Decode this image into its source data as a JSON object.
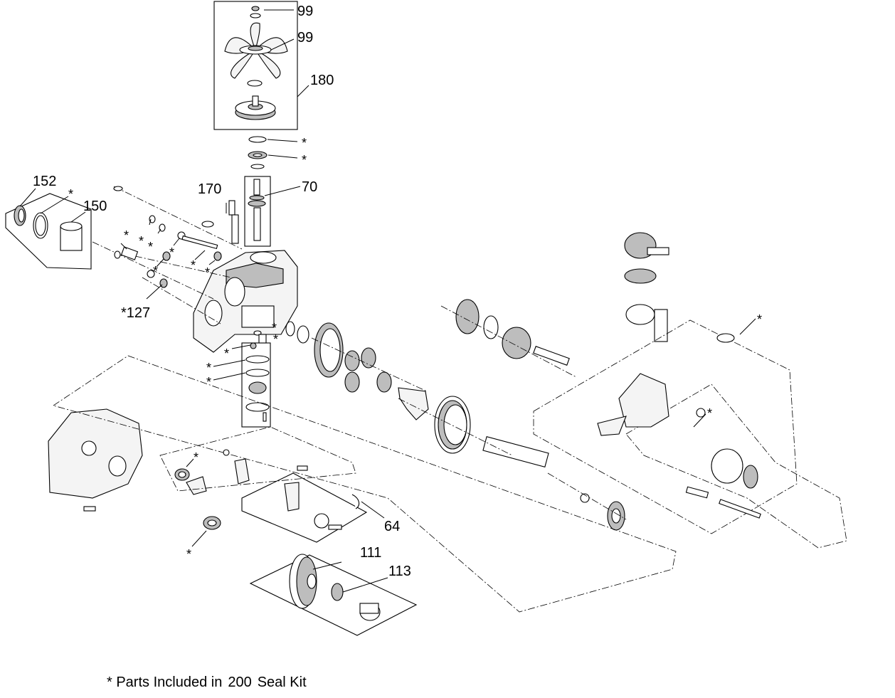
{
  "labels": {
    "l99a": "99",
    "l99b": "99",
    "l180": "180",
    "l70": "70",
    "l170": "170",
    "l152": "152",
    "l150": "150",
    "l127": "*127",
    "l64": "64",
    "l111": "111",
    "l113": "113"
  },
  "asterisk": "*",
  "footnote": {
    "prefix": "* Parts Included in",
    "number": "200",
    "suffix": "Seal Kit"
  }
}
